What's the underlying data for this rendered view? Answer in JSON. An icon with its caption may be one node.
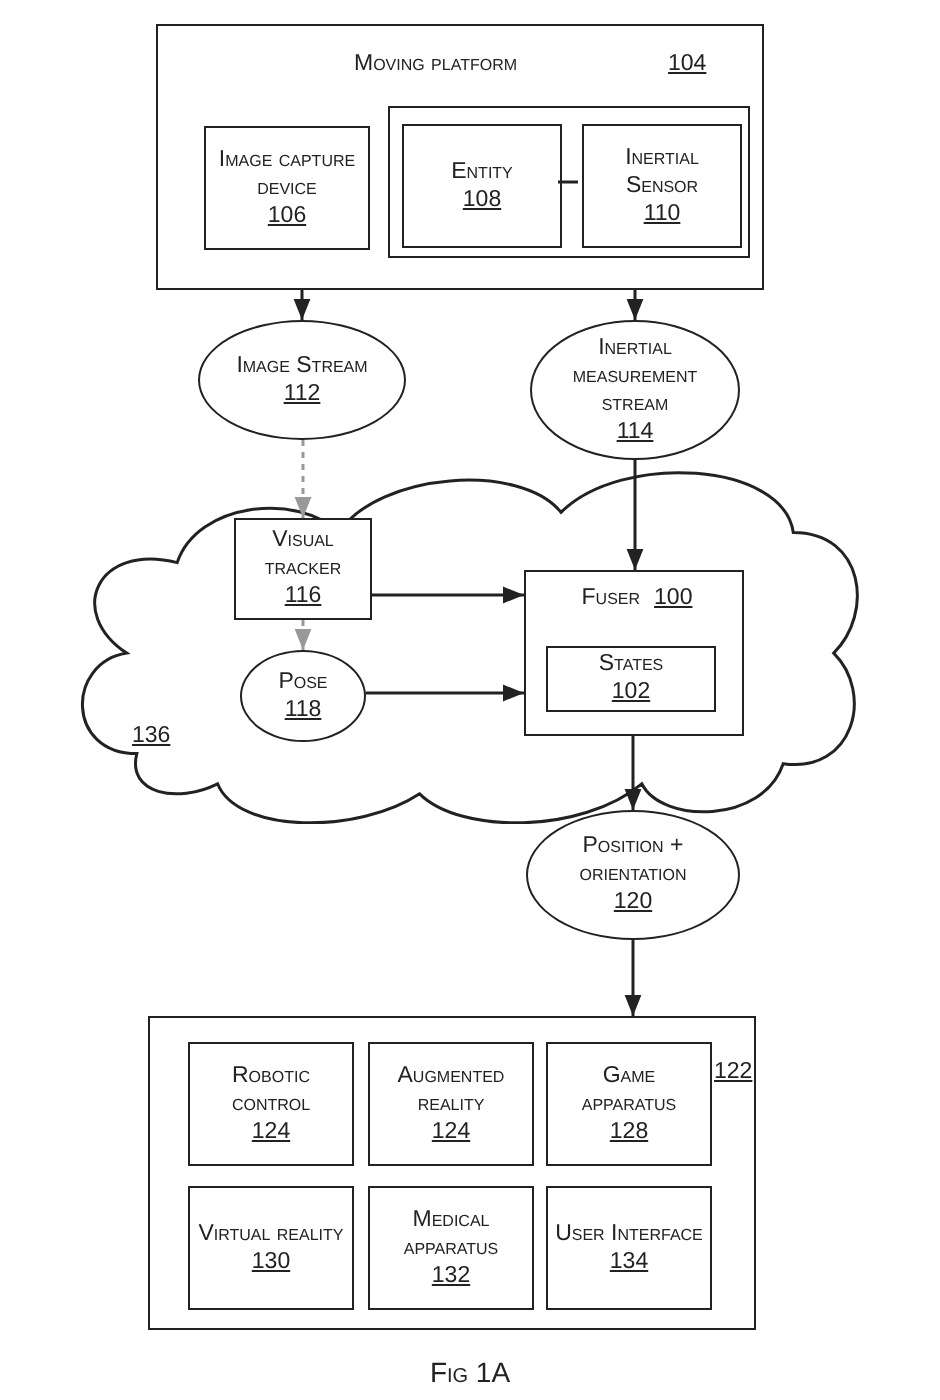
{
  "diagram": {
    "caption": "Fig 1A",
    "nodes": [
      {
        "text": [
          "Moving platform",
          "104"
        ]
      },
      {
        "text": [
          "Image capture device",
          "106"
        ],
        "in": 0
      },
      {
        "text": [],
        "shape": "box",
        "in": 0
      },
      {
        "text": [
          "Entity",
          "108"
        ],
        "in": 2
      },
      {
        "text": [
          "Inertial Sensor",
          "110"
        ],
        "in": 2
      },
      {
        "text": [
          "Image Stream",
          "112"
        ]
      },
      {
        "text": [
          "Inertial measurement stream",
          "114"
        ]
      },
      {
        "text": [
          "136"
        ]
      },
      {
        "text": [
          "Visual tracker",
          "116"
        ],
        "in": 7
      },
      {
        "text": [
          "Pose",
          "118"
        ],
        "in": 7
      },
      {
        "text": [
          "Fuser",
          "100"
        ],
        "in": 7
      },
      {
        "text": [
          "States",
          "102"
        ],
        "in": 10
      },
      {
        "text": [
          "Position + orientation",
          "120"
        ]
      },
      {
        "text": [
          "122"
        ]
      },
      {
        "text": [
          "Robotic control",
          "124"
        ],
        "in": 13
      },
      {
        "text": [
          "Augmented reality",
          "124"
        ],
        "in": 13
      },
      {
        "text": [
          "Game apparatus",
          "128"
        ],
        "in": 13
      },
      {
        "text": [
          "Virtual reality",
          "130"
        ],
        "in": 13
      },
      {
        "text": [
          "Medical apparatus",
          "132"
        ],
        "in": 13
      },
      {
        "text": [
          "User Interface",
          "134"
        ],
        "in": 13
      }
    ],
    "edges": [
      {
        "from": 3,
        "to": 4,
        "arrow": "none"
      },
      {
        "from": 0,
        "to": 5,
        "arrow": "to"
      },
      {
        "from": 0,
        "to": 6,
        "arrow": "to"
      },
      {
        "from": 5,
        "to": 8,
        "arrow": "to",
        "style": "dashed",
        "color": "#999999"
      },
      {
        "from": 8,
        "to": 9,
        "arrow": "to",
        "style": "dashed",
        "color": "#999999"
      },
      {
        "from": 6,
        "to": 10,
        "arrow": "to"
      },
      {
        "from": 8,
        "to": 10,
        "arrow": "to"
      },
      {
        "from": 9,
        "to": 10,
        "arrow": "to"
      },
      {
        "from": 10,
        "to": 12,
        "arrow": "to"
      },
      {
        "from": 12,
        "to": 13,
        "arrow": "to"
      }
    ]
  }
}
